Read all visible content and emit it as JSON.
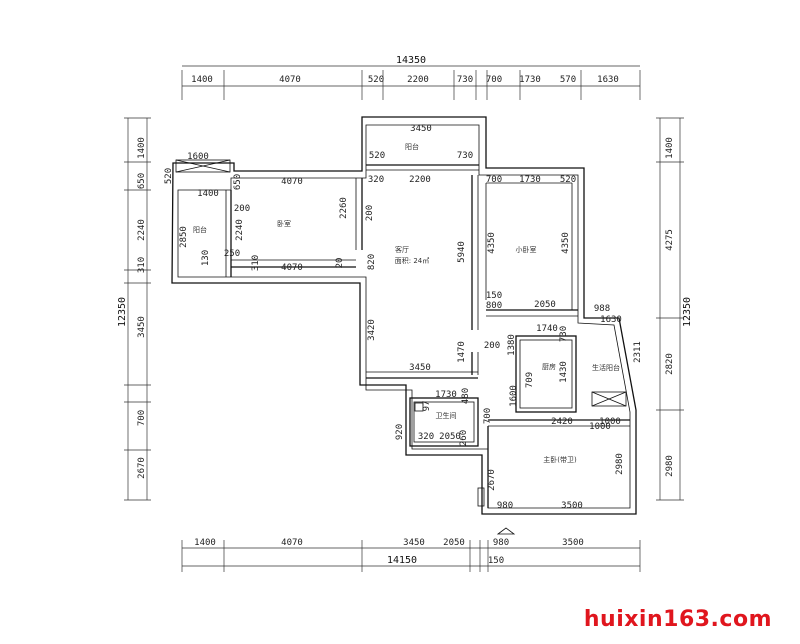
{
  "watermark": "huixin163.com",
  "colors": {
    "line": "#111111",
    "watermark": "#e0161e"
  },
  "dims": {
    "top_total": "14350",
    "top_segments": [
      "1400",
      "4070",
      "520",
      "2200",
      "730",
      "700",
      "1730",
      "570",
      "1630"
    ],
    "bottom_segments": [
      "1400",
      "4070",
      "3450",
      "2050",
      "980",
      "3500"
    ],
    "bottom_total": "14150",
    "bottom_extra": "150",
    "left_total": "12350",
    "left_segments": [
      "1400",
      "650",
      "2240",
      "310",
      "3450",
      "700",
      "2670"
    ],
    "right_total": "12350",
    "right_segments": [
      "1400",
      "4275",
      "2820",
      "2980"
    ]
  },
  "interior": {
    "balcony_top": [
      "3450",
      "520",
      "730"
    ],
    "living_top": "2200",
    "bedroom_top": [
      "700",
      "1730",
      "520"
    ],
    "left_top": [
      "1600",
      "520",
      "1400",
      "650",
      "4070",
      "320"
    ],
    "left_room": [
      "200",
      "2850",
      "2240",
      "130",
      "250",
      "310",
      "4070",
      "20",
      "2260",
      "200",
      "820"
    ],
    "living": [
      "5940",
      "3420",
      "1470",
      "3450",
      "200"
    ],
    "bedroom": [
      "4350",
      "4350",
      "150",
      "800",
      "2050",
      "988"
    ],
    "mid": [
      "1740",
      "730",
      "1380",
      "1430",
      "709",
      "1000",
      "1630",
      "2311"
    ],
    "bath": [
      "1730",
      "480",
      "97",
      "320",
      "2050",
      "920",
      "700",
      "260",
      "1600"
    ],
    "master": [
      "2420",
      "1000",
      "2980",
      "2670",
      "980",
      "3500"
    ]
  },
  "rooms": {
    "balcony_top": "阳台",
    "balcony_left": "阳台",
    "bedroom_left": "卧室",
    "living": "客厅",
    "living_area": "面积: 24㎡",
    "bedroom_small": "小卧室",
    "kitchen": "厨房",
    "balcony_right": "生活阳台",
    "bathroom": "卫生间",
    "master": "主卧(带卫)"
  }
}
